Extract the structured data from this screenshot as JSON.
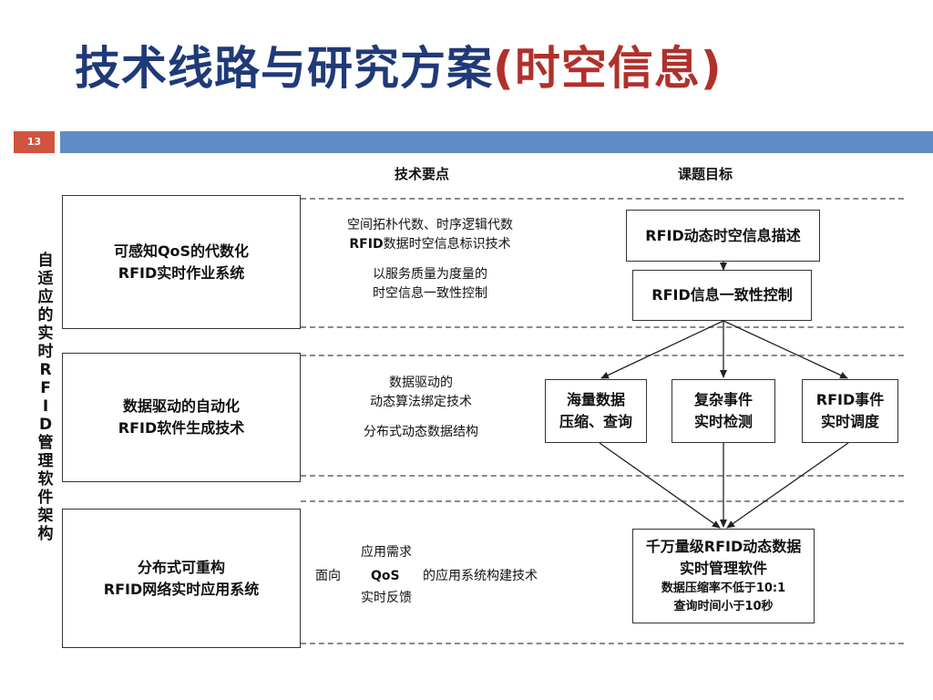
{
  "title": {
    "main": "技术线路与研究方案",
    "sub": "(时空信息)"
  },
  "slide_number": "13",
  "column_headers": {
    "tech_points": "技术要点",
    "goals": "课题目标"
  },
  "side_label": [
    "自",
    "适",
    "应",
    "的",
    "实",
    "时",
    "R",
    "F",
    "I",
    "D",
    "管",
    "理",
    "软",
    "件",
    "架",
    "构"
  ],
  "left_boxes": {
    "box1": [
      "可感知QoS的代数化",
      "RFID实时作业系统"
    ],
    "box2": [
      "数据驱动的自动化",
      "RFID软件生成技术"
    ],
    "box3": [
      "分布式可重构",
      "RFID网络实时应用系统"
    ]
  },
  "tech_points": {
    "group1": {
      "line1": "空间拓朴代数、时序逻辑代数",
      "line2_bold": "RFID",
      "line2_rest": "数据时空信息标识技术",
      "line3": "以服务质量为度量的",
      "line4": "时空信息一致性控制"
    },
    "group2": {
      "line1": "数据驱动的",
      "line2": "动态算法绑定技术",
      "line3": "分布式动态数据结构"
    },
    "group3": {
      "top": "应用需求",
      "left": "面向",
      "qos": "QoS",
      "right": "的应用系统构建技术",
      "bottom": "实时反馈"
    }
  },
  "goals": {
    "rfid_desc": "RFID动态时空信息描述",
    "rfid_consistency": "RFID信息一致性控制",
    "compress": [
      "海量数据",
      "压缩、查询"
    ],
    "detect": [
      "复杂事件",
      "实时检测"
    ],
    "schedule": [
      "RFID事件",
      "实时调度"
    ],
    "final": {
      "line1": "千万量级RFID动态数据",
      "line2": "实时管理软件",
      "line3": "数据压缩率不低于10:1",
      "line4": "查询时间小于10秒"
    }
  }
}
